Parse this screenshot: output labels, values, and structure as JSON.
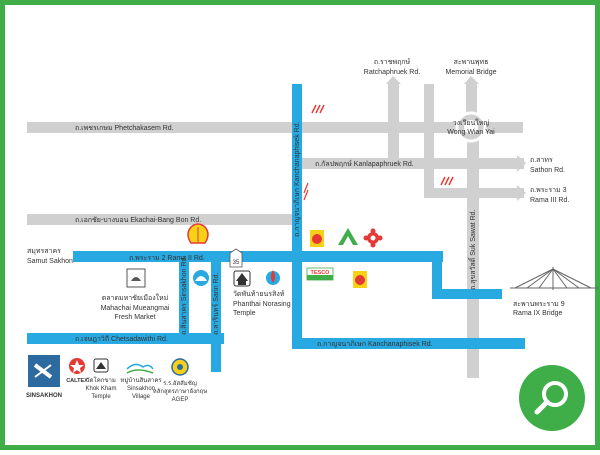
{
  "colors": {
    "frame": "#3fae49",
    "gray_road": "#d0d0d0",
    "blue_road": "#29a9e1",
    "zoom_button": "#3fae49"
  },
  "roads": {
    "phetchakasem": "ถ.เพชรเกษม Phetchakasem Rd.",
    "ratchaphruek_th": "ถ.ราชพฤกษ์",
    "ratchaphruek_en": "Ratchaphruek Rd.",
    "memorial_th": "สะพานพุทธ",
    "memorial_en": "Memorial Bridge",
    "wongwianyai_th": "วงเวียนใหญ่",
    "wongwianyai_en": "Wong Wian Yai",
    "kanlapaphruek": "ถ.กัลปพฤกษ์ Kanlapaphruek Rd.",
    "kanchanaphisek_vertical": "ถ.กาญจนาภิเษก Kanchanaphisek Rd.",
    "sathon_th": "ถ.สาทร",
    "sathon_en": "Sathon Rd.",
    "rama3_th": "ถ.พระราม 3",
    "rama3_en": "Rama III Rd.",
    "ekachai": "ถ.เอกชัย-บางบอน Ekachai-Bang Bon Rd.",
    "samut_sakhon_th": "สมุทรสาคร",
    "samut_sakhon_en": "Samut Sakhon",
    "rama2": "ถ.พระราม 2 Rama II Rd.",
    "suk_sawat": "ถ.สุขสวัสดิ์ Suk Sawat Rd.",
    "sinsakhon_road": "ถ.สินสาคร Sinsakhon Rd.",
    "sarin_road": "ถ.สารินทร์ Sarin Rd.",
    "rama9_bridge_th": "สะพานพระราม 9",
    "rama9_bridge_en": "Rama IX Bridge",
    "chetsadawithi": "ถ.เจษฎาวิถี Chetsadawithi Rd.",
    "kanchanaphisek_horizontal": "ถ.กาญจนาภิเษก Kanchanaphisek Rd."
  },
  "places": {
    "market_th": "ตลาดมหาชัยเมืองใหม่",
    "market_en_1": "Mahachai Mueangmai",
    "market_en_2": "Fresh Market",
    "temple_th": "วัดพันท้ายนรสิงห์",
    "temple_en_1": "Phanthai Norasing",
    "temple_en_2": "Temple",
    "tesco": "TESCO",
    "route_number": "35"
  },
  "legend": {
    "sinsakhon_logo": "SINSAKHON",
    "caltex_logo": "CALTEX",
    "khok_kham_th": "วัดโคกขาม",
    "khok_kham_en_1": "Khok Kham",
    "khok_kham_en_2": "Temple",
    "village_th": "หมู่บ้านสินสาคร",
    "village_en_1": "Sinsakhon",
    "village_en_2": "Village",
    "school_th_1": "ร.ร.อัสสัมชัญ",
    "school_th_2": "หลักสูตรภาษาอังกฤษ",
    "school_en": "AGEP"
  },
  "zoom": {
    "icon": "search-icon"
  }
}
